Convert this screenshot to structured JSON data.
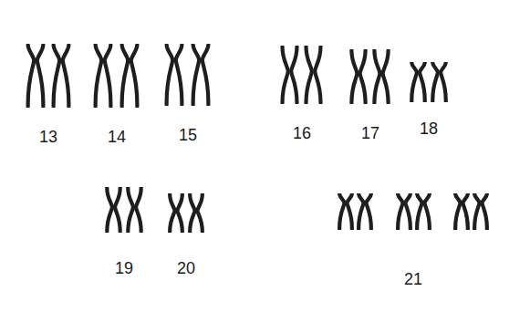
{
  "diagram": {
    "labels": [
      "13",
      "14",
      "15",
      "16",
      "17",
      "18",
      "19",
      "20",
      "21"
    ]
  }
}
